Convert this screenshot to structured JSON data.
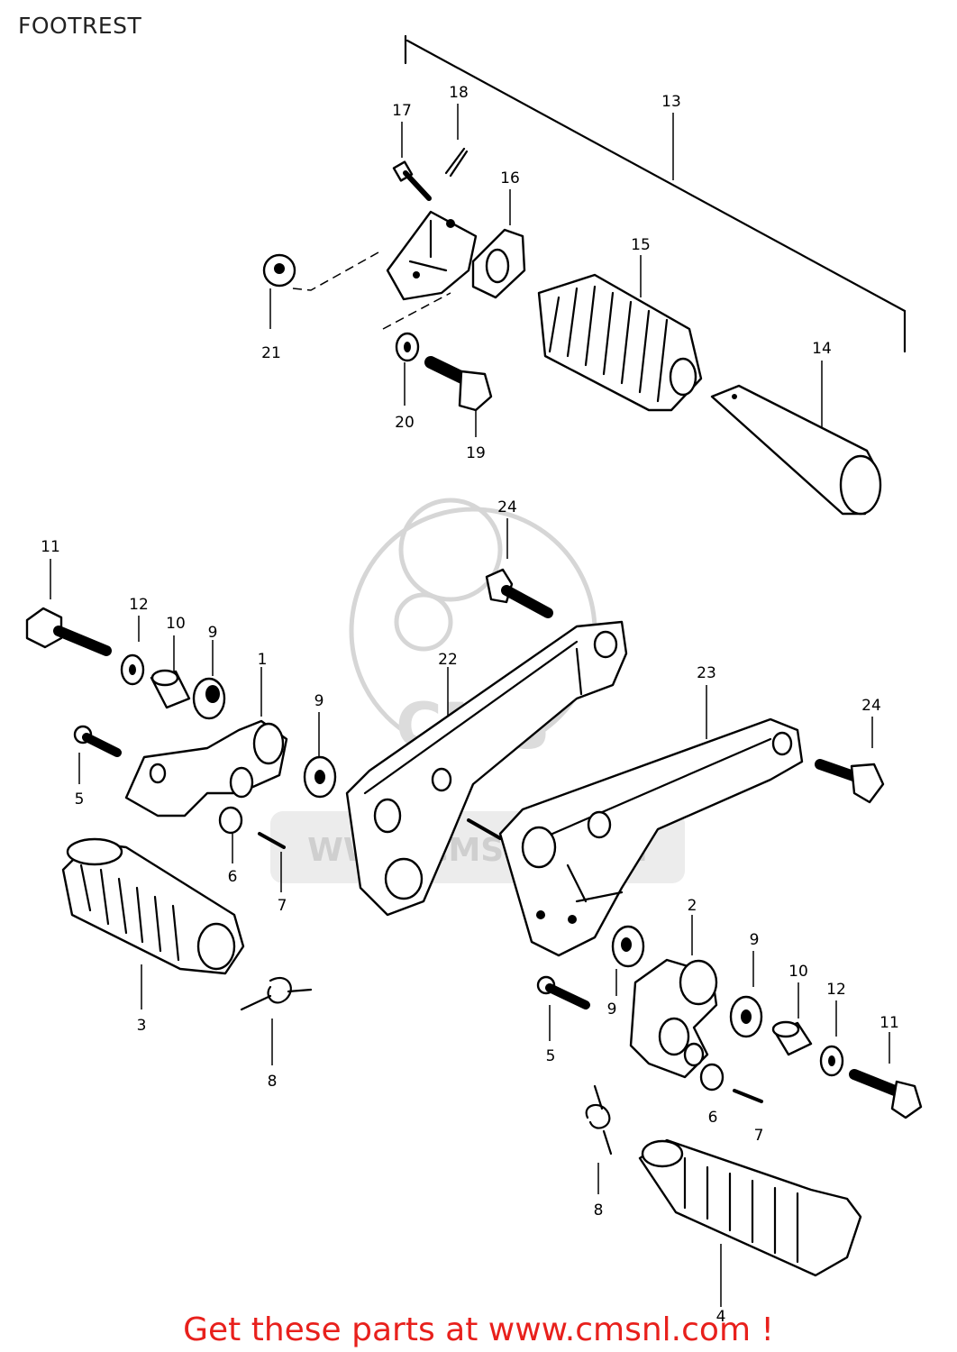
{
  "page": {
    "title": "FOOTREST",
    "footer": "Get these parts at www.cmsnl.com !"
  },
  "watermark": {
    "logo_text": "CMS",
    "url_text": "WWW.CMSNL.COM"
  },
  "parts": {
    "p1": "1",
    "p2": "2",
    "p3": "3",
    "p4": "4",
    "p5a": "5",
    "p5b": "5",
    "p6a": "6",
    "p6b": "6",
    "p7a": "7",
    "p7b": "7",
    "p8a": "8",
    "p8b": "8",
    "p9a": "9",
    "p9b": "9",
    "p9c": "9",
    "p9d": "9",
    "p10a": "10",
    "p10b": "10",
    "p11a": "11",
    "p11b": "11",
    "p12a": "12",
    "p12b": "12",
    "p13": "13",
    "p14": "14",
    "p15": "15",
    "p16": "16",
    "p17": "17",
    "p18": "18",
    "p19": "19",
    "p20": "20",
    "p21": "21",
    "p22": "22",
    "p23": "23",
    "p24a": "24",
    "p24b": "24"
  }
}
